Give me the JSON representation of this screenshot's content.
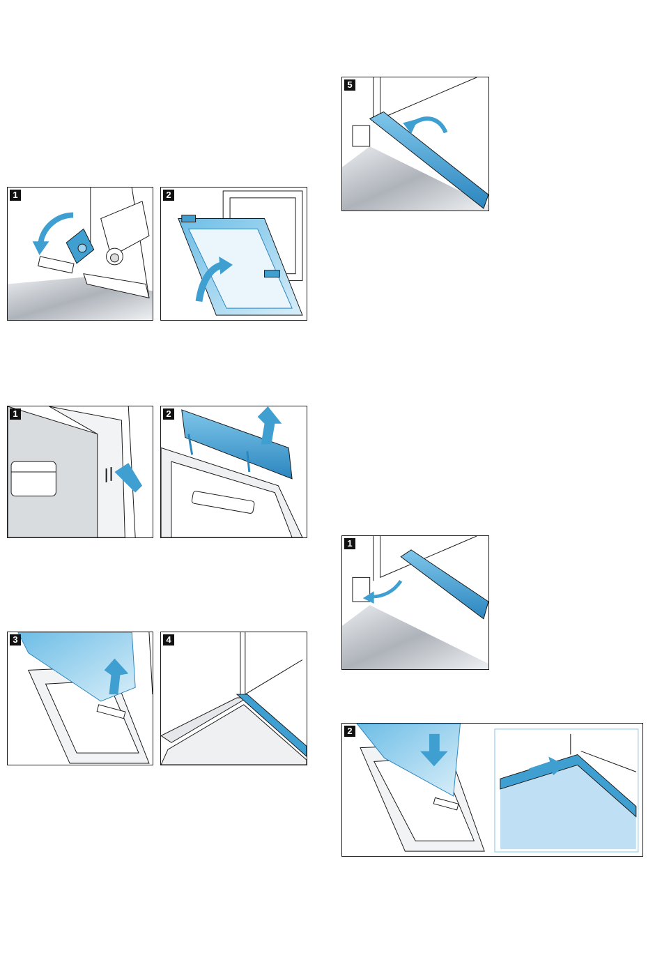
{
  "figures": [
    {
      "id": "fig-a1",
      "step": "1"
    },
    {
      "id": "fig-a2",
      "step": "2"
    },
    {
      "id": "fig-b1",
      "step": "1"
    },
    {
      "id": "fig-b2",
      "step": "2"
    },
    {
      "id": "fig-b3",
      "step": "3"
    },
    {
      "id": "fig-b4",
      "step": "4"
    },
    {
      "id": "fig-b5",
      "step": "5"
    },
    {
      "id": "fig-c1",
      "step": "1"
    },
    {
      "id": "fig-c2",
      "step": "2"
    }
  ],
  "colors": {
    "accent_blue": "#3f9fd0",
    "glass_blue": "#9fd3ee",
    "steel_gray": "#c8ccd2",
    "outline": "#1a1a1a"
  },
  "icons": {
    "arrow": "curved-arrow-icon",
    "push": "push-arrow-icon",
    "lift": "lift-arrow-icon"
  }
}
